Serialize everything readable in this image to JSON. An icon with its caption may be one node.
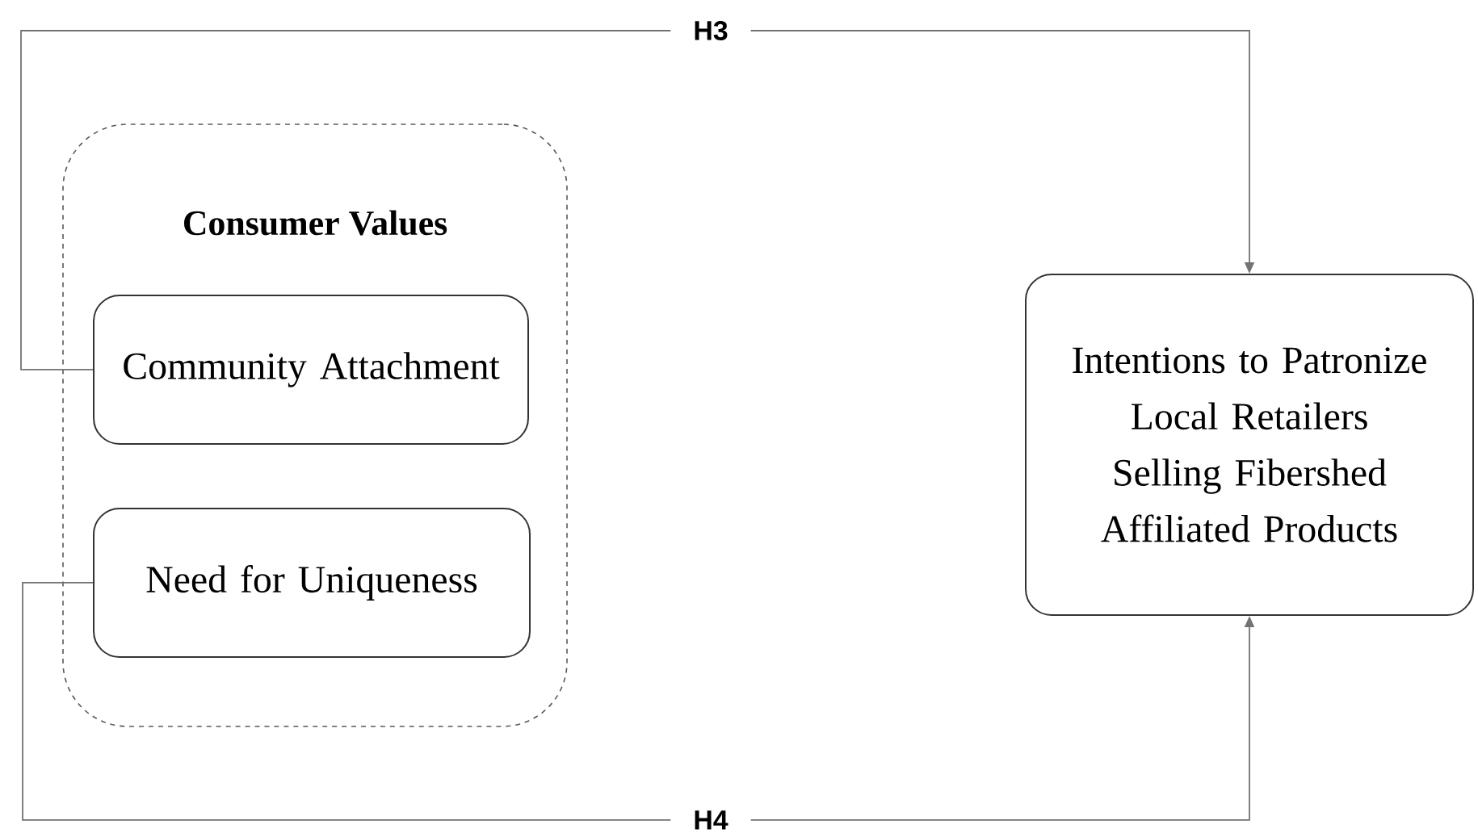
{
  "diagram": {
    "nodes": [
      {
        "text": [
          "Consumer Values"
        ]
      },
      {
        "text": [
          "Community Attachment"
        ],
        "in": 0
      },
      {
        "text": [
          "Need for Uniqueness"
        ],
        "in": 0
      },
      {
        "text": [
          "Intentions to Patronize Local Retailers Selling Fibershed Affiliated Products"
        ]
      }
    ],
    "edges": [
      {
        "from": 1,
        "to": 3,
        "arrow": "to",
        "label": "H3"
      },
      {
        "from": 2,
        "to": 3,
        "arrow": "to",
        "label": "H4"
      }
    ]
  }
}
